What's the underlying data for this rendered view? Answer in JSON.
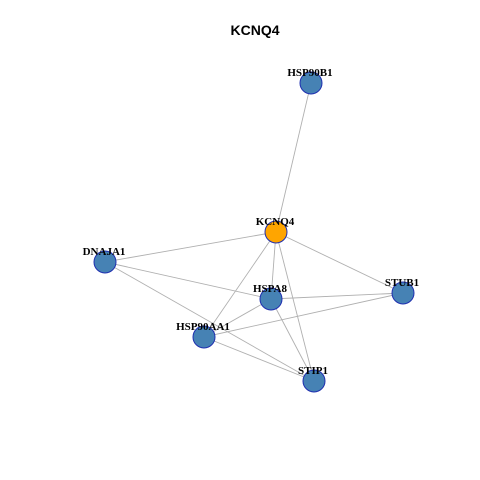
{
  "title": "KCNQ4",
  "colors": {
    "center_node": "#FFA500",
    "neighbor_node": "#4682B4",
    "node_border": "#1F2FB0",
    "edge": "#B0B0B0",
    "background": "#FFFFFF"
  },
  "nodes": [
    {
      "id": "HSP90B1",
      "label": "HSP90B1",
      "role": "neighbor"
    },
    {
      "id": "KCNQ4",
      "label": "KCNQ4",
      "role": "center"
    },
    {
      "id": "DNAJA1",
      "label": "DNAJA1",
      "role": "neighbor"
    },
    {
      "id": "HSPA8",
      "label": "HSPA8",
      "role": "neighbor"
    },
    {
      "id": "STUB1",
      "label": "STUB1",
      "role": "neighbor"
    },
    {
      "id": "HSP90AA1",
      "label": "HSP90AA1",
      "role": "neighbor"
    },
    {
      "id": "STIP1",
      "label": "STIP1",
      "role": "neighbor"
    }
  ],
  "edges": [
    [
      "KCNQ4",
      "HSP90B1"
    ],
    [
      "KCNQ4",
      "DNAJA1"
    ],
    [
      "KCNQ4",
      "HSPA8"
    ],
    [
      "KCNQ4",
      "STUB1"
    ],
    [
      "KCNQ4",
      "HSP90AA1"
    ],
    [
      "KCNQ4",
      "STIP1"
    ],
    [
      "DNAJA1",
      "HSPA8"
    ],
    [
      "DNAJA1",
      "STIP1"
    ],
    [
      "HSPA8",
      "STUB1"
    ],
    [
      "HSPA8",
      "HSP90AA1"
    ],
    [
      "HSPA8",
      "STIP1"
    ],
    [
      "HSP90AA1",
      "STUB1"
    ],
    [
      "HSP90AA1",
      "STIP1"
    ]
  ]
}
